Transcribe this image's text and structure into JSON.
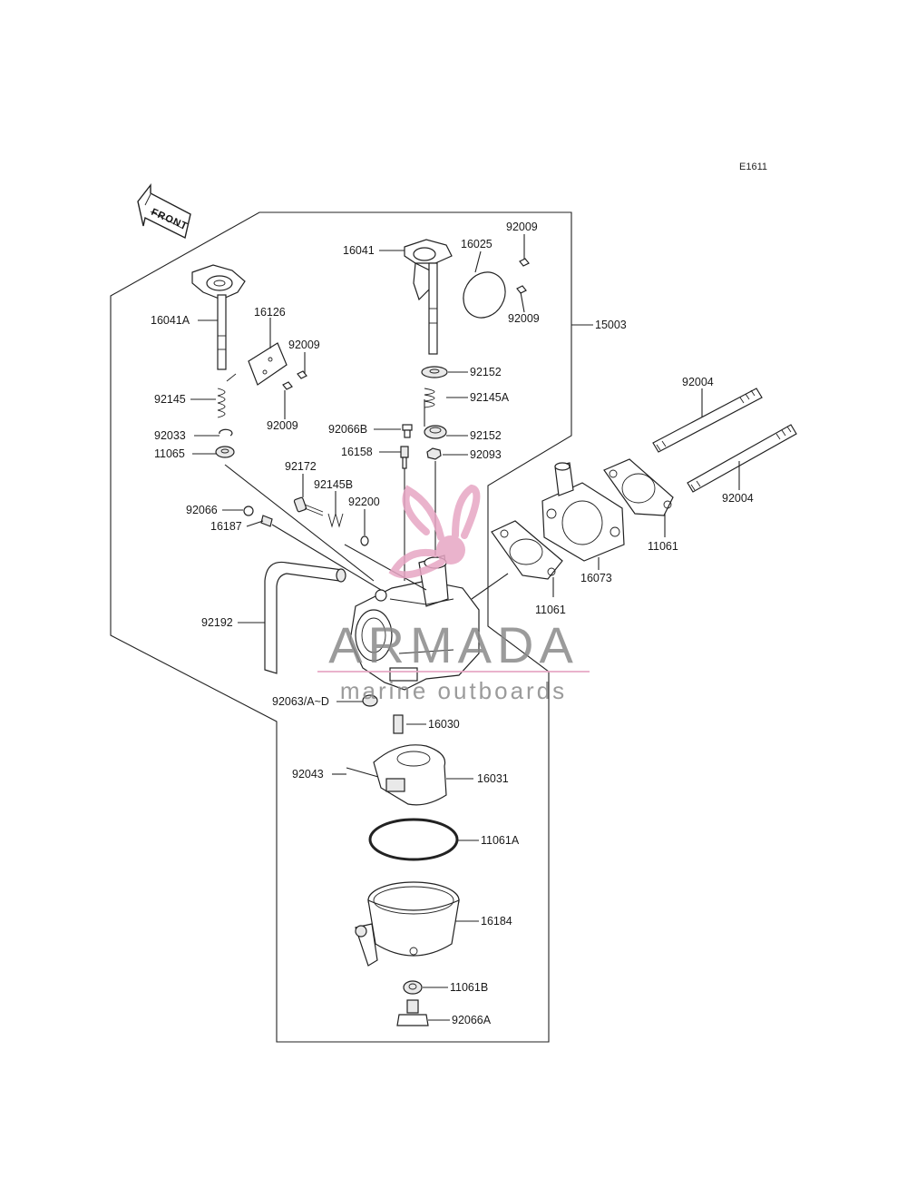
{
  "figure_code": "E1611",
  "front_label": "FRONT",
  "watermark": {
    "name": "ARMADA",
    "tagline": "marine outboards",
    "logo_color": "#e7a6c4",
    "text_color": "#8a8a8a"
  },
  "labels": {
    "p16041": "16041",
    "p16025": "16025",
    "p92009_a": "92009",
    "p92009_b": "92009",
    "p15003": "15003",
    "p16041A": "16041A",
    "p16126": "16126",
    "p92009_c": "92009",
    "p92009_d": "92009",
    "p92152_a": "92152",
    "p92145A": "92145A",
    "p92145": "92145",
    "p92066B": "92066B",
    "p92152_b": "92152",
    "p92033": "92033",
    "p16158": "16158",
    "p92093": "92093",
    "p11065": "11065",
    "p92004_a": "92004",
    "p92004_b": "92004",
    "p92172": "92172",
    "p92145B": "92145B",
    "p92200": "92200",
    "p92066": "92066",
    "p16187": "16187",
    "p11061_a": "11061",
    "p16073": "16073",
    "p11061_b": "11061",
    "p92192": "92192",
    "p92063": "92063/A~D",
    "p16030": "16030",
    "p92043": "92043",
    "p16031": "16031",
    "p11061A": "11061A",
    "p16184": "16184",
    "p11061B": "11061B",
    "p92066A": "92066A"
  }
}
